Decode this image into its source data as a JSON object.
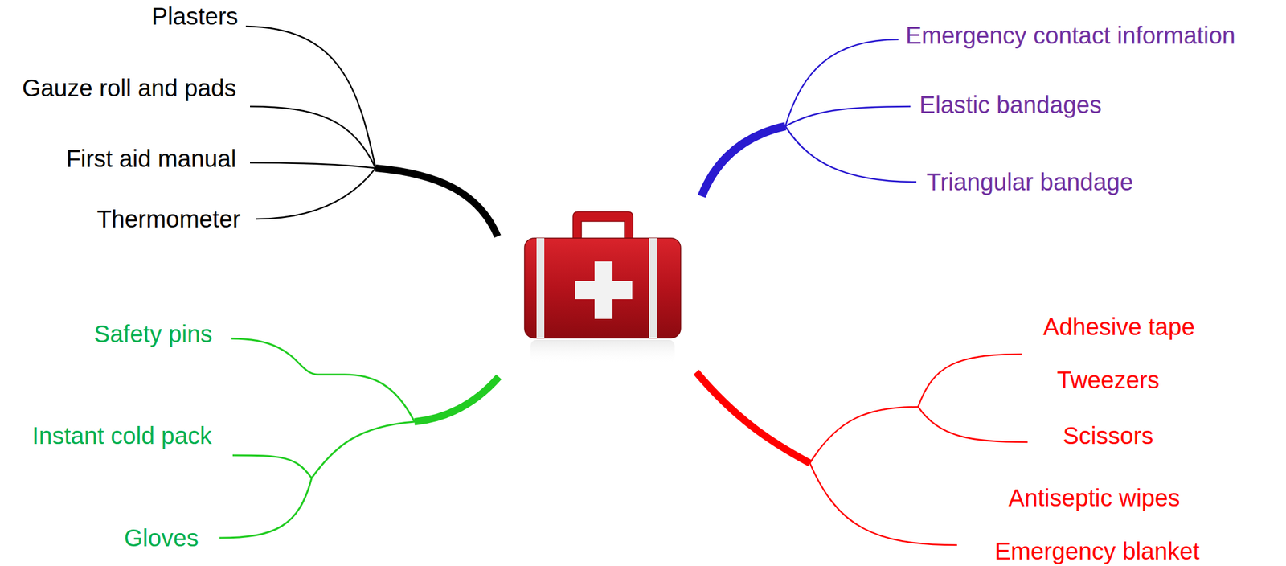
{
  "diagram": {
    "labels": [
      "Plasters",
      "Gauze roll and pads",
      "First aid manual",
      "Thermometer",
      "Emergency contact information",
      "Elastic bandages",
      "Triangular bandage",
      "Safety pins",
      "Instant cold pack",
      "Gloves",
      "Adhesive tape",
      "Tweezers",
      "Scissors",
      "Antiseptic wipes",
      "Emergency blanket"
    ]
  }
}
